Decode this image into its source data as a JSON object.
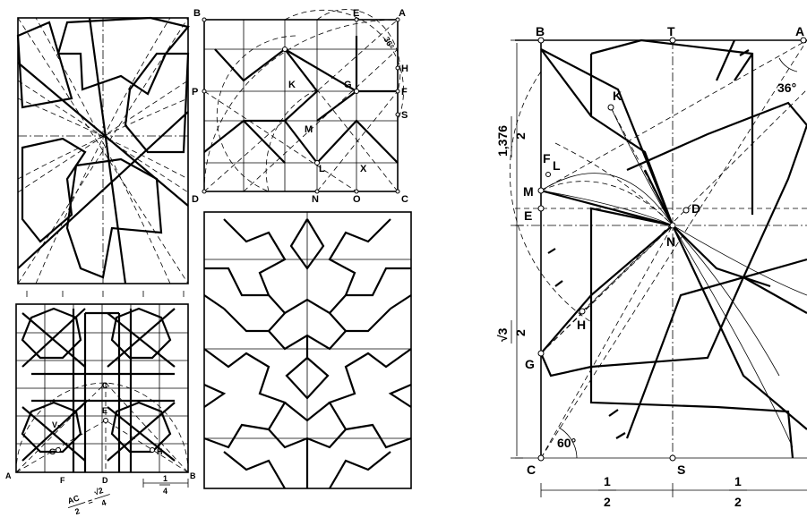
{
  "panel_top_middle": {
    "labels": {
      "B": "B",
      "E": "E",
      "A": "A",
      "P": "P",
      "K": "K",
      "G": "G",
      "F": "F",
      "H": "H",
      "S": "S",
      "M": "M",
      "L": "L",
      "X": "X",
      "D": "D",
      "N": "N",
      "O": "O",
      "C": "C"
    },
    "angle": "36°"
  },
  "panel_bottom_left": {
    "labels": {
      "A": "A",
      "B": "B",
      "C": "C",
      "E": "E",
      "G": "G",
      "H": "H",
      "F": "F",
      "D": "D",
      "V": "V₅"
    },
    "formula_num": "AC",
    "formula_den": "2",
    "formula_eq": "=",
    "formula_rnum": "√2",
    "formula_rden": "4",
    "scale_num": "1",
    "scale_den": "4"
  },
  "panel_right": {
    "labels": {
      "B": "B",
      "T": "T",
      "A": "A",
      "K": "K",
      "F": "F",
      "L": "L",
      "M": "M",
      "E": "E",
      "D": "D",
      "N": "N",
      "H": "H",
      "G": "G",
      "C": "C",
      "S": "S"
    },
    "angle_top": "36°",
    "angle_bottom": "60°",
    "dim_upper_num": "1,376",
    "dim_upper_den": "2",
    "dim_lower_num": "√3",
    "dim_lower_den": "2",
    "dim_half_left_num": "1",
    "dim_half_left_den": "2",
    "dim_half_right_num": "1",
    "dim_half_right_den": "2"
  }
}
